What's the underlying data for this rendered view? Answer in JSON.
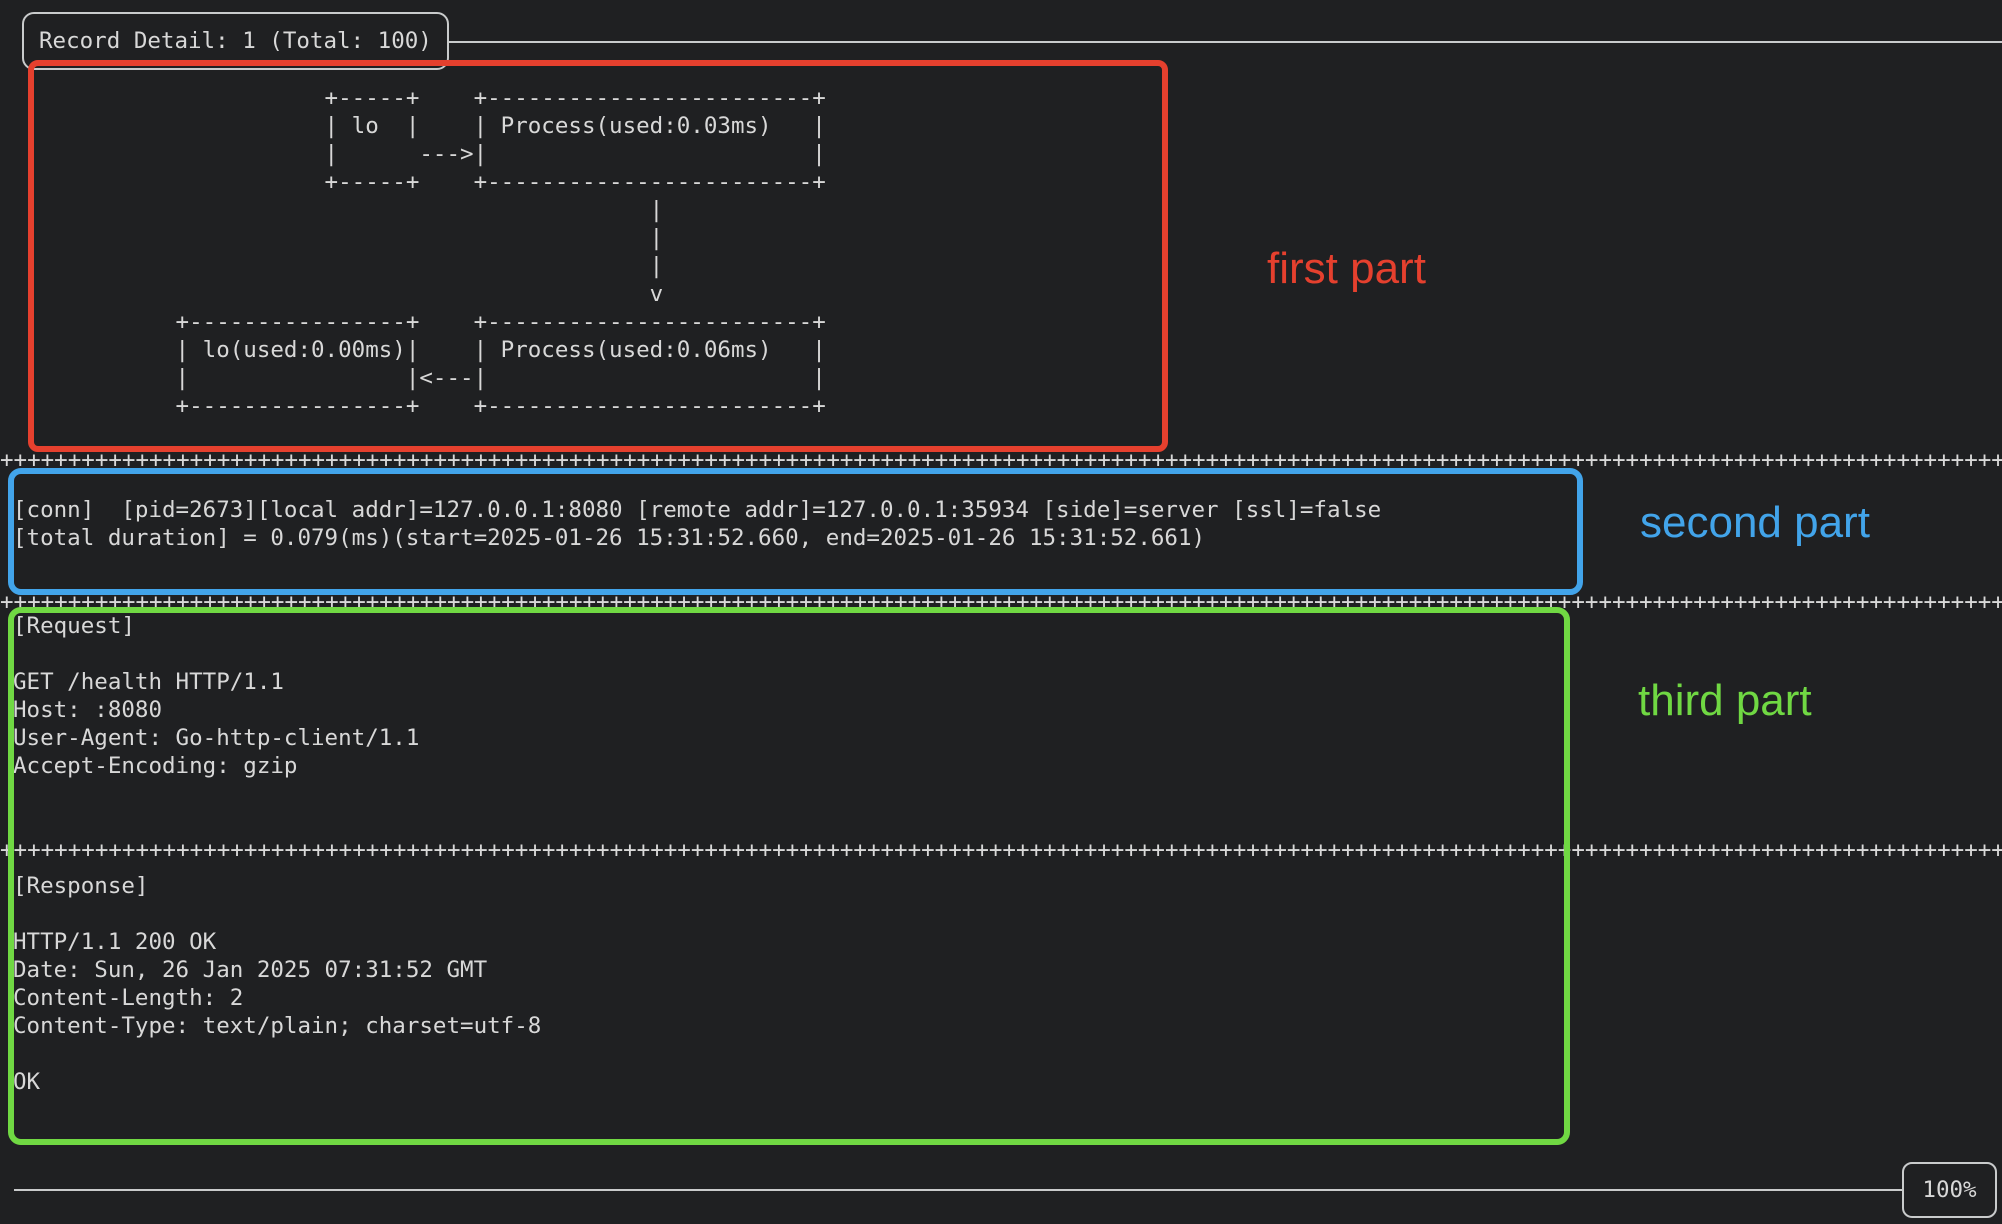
{
  "colors": {
    "background": "#1f2022",
    "terminal_text": "#d8d8d8",
    "panel_border": "#c9cbcc",
    "annotation_red": "#e5402e",
    "annotation_blue": "#42a4ea",
    "annotation_green": "#70d843"
  },
  "terminal": {
    "title": "Record Detail: 1 (Total: 100)",
    "zoom_level": "100%",
    "separator": "+++++++++++++++++++++++++++++++++++++++++++++++++++++++++++++++++++++++++++++++++++++++++++++++++++++++++++++++++++++++++++++++++++++++++++++++++++++++++++",
    "diagram_lines": [
      "                       +-----+    +------------------------+",
      "                       | lo  |    | Process(used:0.03ms)   |",
      "                       |      --->|                        |",
      "                       +-----+    +------------------------+",
      "                                               |",
      "                                               |",
      "                                               |",
      "                                               v",
      "            +----------------+    +------------------------+",
      "            | lo(used:0.00ms)|    | Process(used:0.06ms)   |",
      "            |                |<---|                        |",
      "            +----------------+    +------------------------+"
    ],
    "conn_lines": [
      "[conn]  [pid=2673][local addr]=127.0.0.1:8080 [remote addr]=127.0.0.1:35934 [side]=server [ssl]=false",
      "[total duration] = 0.079(ms)(start=2025-01-26 15:31:52.660, end=2025-01-26 15:31:52.661)"
    ],
    "request_lines": [
      "[Request]",
      "",
      "GET /health HTTP/1.1",
      "Host: :8080",
      "User-Agent: Go-http-client/1.1",
      "Accept-Encoding: gzip"
    ],
    "response_lines": [
      "[Response]",
      "",
      "HTTP/1.1 200 OK",
      "Date: Sun, 26 Jan 2025 07:31:52 GMT",
      "Content-Length: 2",
      "Content-Type: text/plain; charset=utf-8",
      "",
      "OK"
    ]
  },
  "annotations": {
    "first": {
      "label": "first part"
    },
    "second": {
      "label": "second part"
    },
    "third": {
      "label": "third part"
    }
  }
}
